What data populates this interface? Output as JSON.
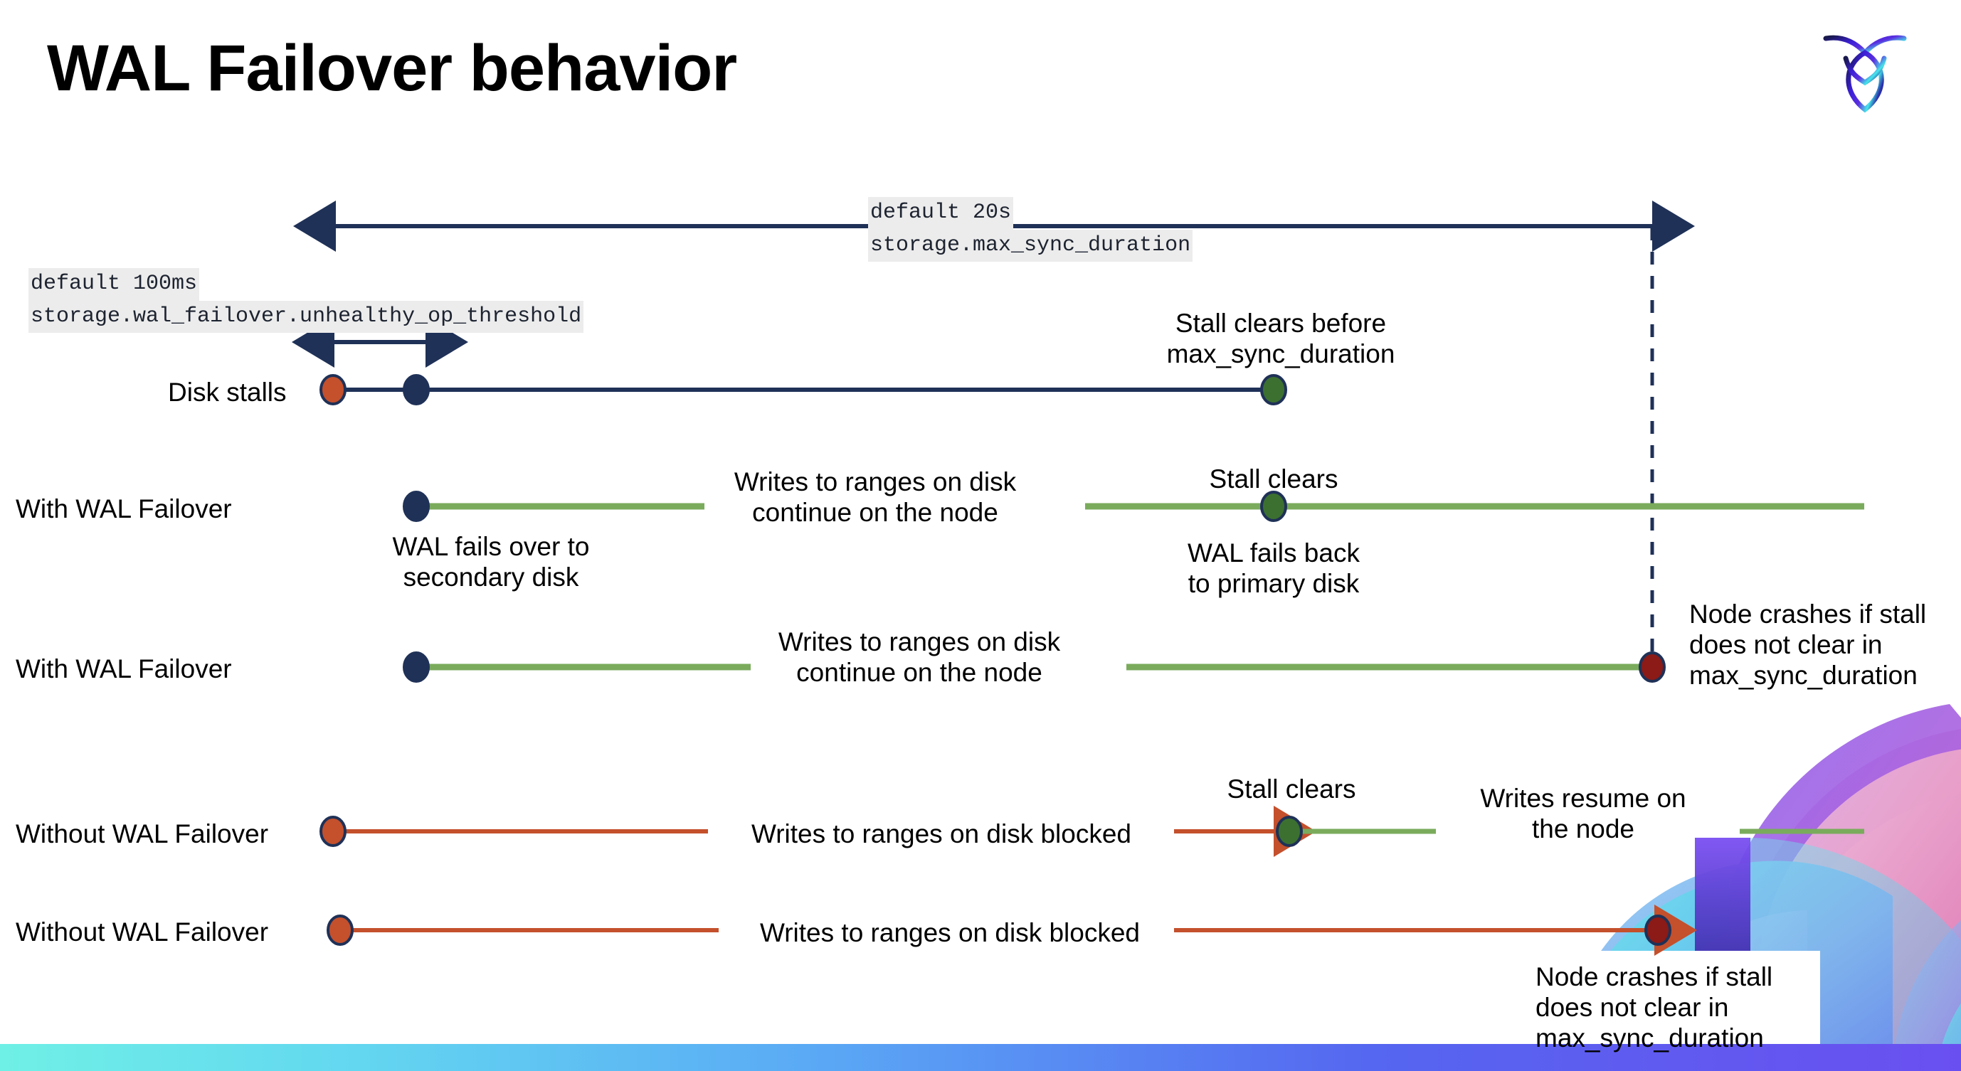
{
  "title": "WAL Failover behavior",
  "brand": {
    "logo_name": "cockroach-labs-logo"
  },
  "settings": {
    "max_sync": {
      "default": "default 20s",
      "name": "storage.max_sync_duration"
    },
    "unhealthy_op": {
      "default": "default 100ms",
      "name": "storage.wal_failover.unhealthy_op_threshold"
    }
  },
  "rows": [
    {
      "label": "Disk stalls"
    },
    {
      "label": "With WAL Failover"
    },
    {
      "label": "With WAL Failover"
    },
    {
      "label": "Without WAL Failover"
    },
    {
      "label": "Without WAL Failover"
    }
  ],
  "annotations": {
    "stall_clears_before": "Stall clears before\nmax_sync_duration",
    "stall_clears_before_l1": "Stall clears before",
    "stall_clears_before_l2": "max_sync_duration",
    "writes_continue_l1": "Writes to ranges on disk",
    "writes_continue_l2": "continue on the node",
    "stall_clears": "Stall clears",
    "wal_fails_over_l1": "WAL fails over to",
    "wal_fails_over_l2": "secondary disk",
    "wal_fails_back_l1": "WAL fails  back",
    "wal_fails_back_l2": "to primary disk",
    "node_crashes_l1": "Node crashes if stall",
    "node_crashes_l2": "does not clear in",
    "node_crashes_l3": "max_sync_duration",
    "writes_blocked": "Writes to ranges on disk  blocked",
    "writes_resume_l1": "Writes resume on",
    "writes_resume_l2": "the node"
  },
  "colors": {
    "navy": "#1f3157",
    "green_line": "#7aab5c",
    "green_dot": "#3c7030",
    "orange": "#c4502c",
    "dark_red": "#8c1a16",
    "code_bg": "#ececec"
  }
}
